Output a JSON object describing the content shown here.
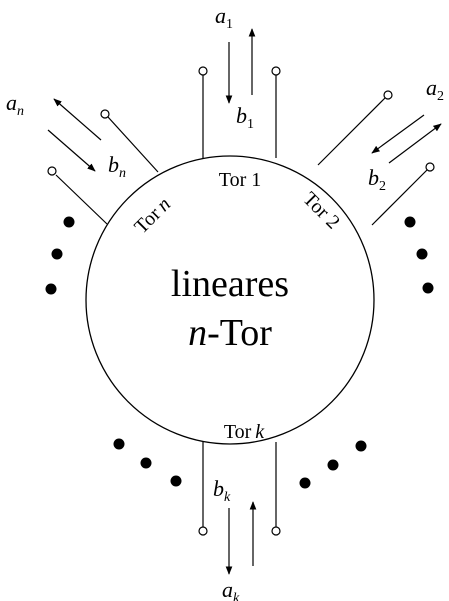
{
  "network": {
    "center_line1": "lineares",
    "center_line2_var": "n",
    "center_line2_rest": "-Tor"
  },
  "ports": {
    "p1": {
      "label": "Tor 1",
      "incident": {
        "base": "a",
        "sub": "1"
      },
      "reflected": {
        "base": "b",
        "sub": "1"
      }
    },
    "p2": {
      "label": "Tor 2",
      "incident": {
        "base": "a",
        "sub": "2"
      },
      "reflected": {
        "base": "b",
        "sub": "2"
      }
    },
    "pn": {
      "label_word": "Tor",
      "label_var": "n",
      "incident": {
        "base": "a",
        "sub": "n"
      },
      "reflected": {
        "base": "b",
        "sub": "n"
      }
    },
    "pk": {
      "label_word": "Tor",
      "label_var": "k",
      "incident": {
        "base": "a",
        "sub": "k"
      },
      "reflected": {
        "base": "b",
        "sub": "k"
      }
    }
  }
}
